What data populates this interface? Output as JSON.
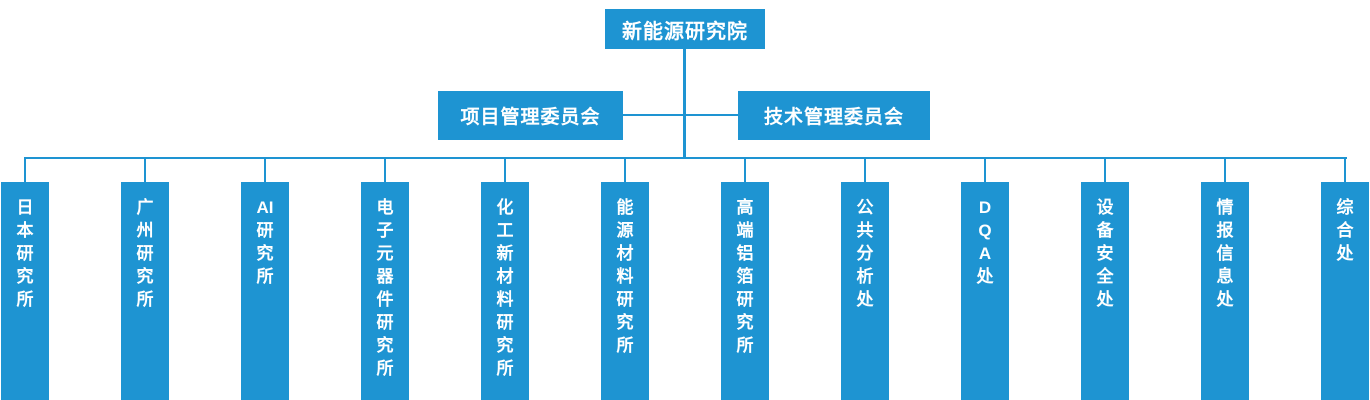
{
  "org_chart": {
    "root": {
      "label": "新能源研究院"
    },
    "committees": [
      {
        "id": "project",
        "label": "项目管理委员会"
      },
      {
        "id": "tech",
        "label": "技术管理委员会"
      }
    ],
    "departments": [
      {
        "name": "日本研究所",
        "lines": [
          "日",
          "本",
          "研",
          "究",
          "所"
        ]
      },
      {
        "name": "广州研究所",
        "lines": [
          "广",
          "州",
          "研",
          "究",
          "所"
        ]
      },
      {
        "name": "AI研究所",
        "lines": [
          "AI",
          "研",
          "究",
          "所"
        ]
      },
      {
        "name": "电子元器件研究所",
        "lines": [
          "电",
          "子",
          "元",
          "器",
          "件",
          "研",
          "究",
          "所"
        ]
      },
      {
        "name": "化工新材料研究所",
        "lines": [
          "化",
          "工",
          "新",
          "材",
          "料",
          "研",
          "究",
          "所"
        ]
      },
      {
        "name": "能源材料研究所",
        "lines": [
          "能",
          "源",
          "材",
          "料",
          "研",
          "究",
          "所"
        ]
      },
      {
        "name": "高端铝箔研究所",
        "lines": [
          "高",
          "端",
          "铝",
          "箔",
          "研",
          "究",
          "所"
        ]
      },
      {
        "name": "公共分析处",
        "lines": [
          "公",
          "共",
          "分",
          "析",
          "处"
        ]
      },
      {
        "name": "DQA处",
        "lines": [
          "D",
          "Q",
          "A",
          "处"
        ]
      },
      {
        "name": "设备安全处",
        "lines": [
          "设",
          "备",
          "安",
          "全",
          "处"
        ]
      },
      {
        "name": "情报信息处",
        "lines": [
          "情",
          "报",
          "信",
          "息",
          "处"
        ]
      },
      {
        "name": "综合处",
        "lines": [
          "综",
          "合",
          "处"
        ]
      }
    ],
    "colors": {
      "box_blue": "#1E94D2",
      "line_blue": "#1E94D2",
      "text_white": "#FFFFFF"
    }
  }
}
